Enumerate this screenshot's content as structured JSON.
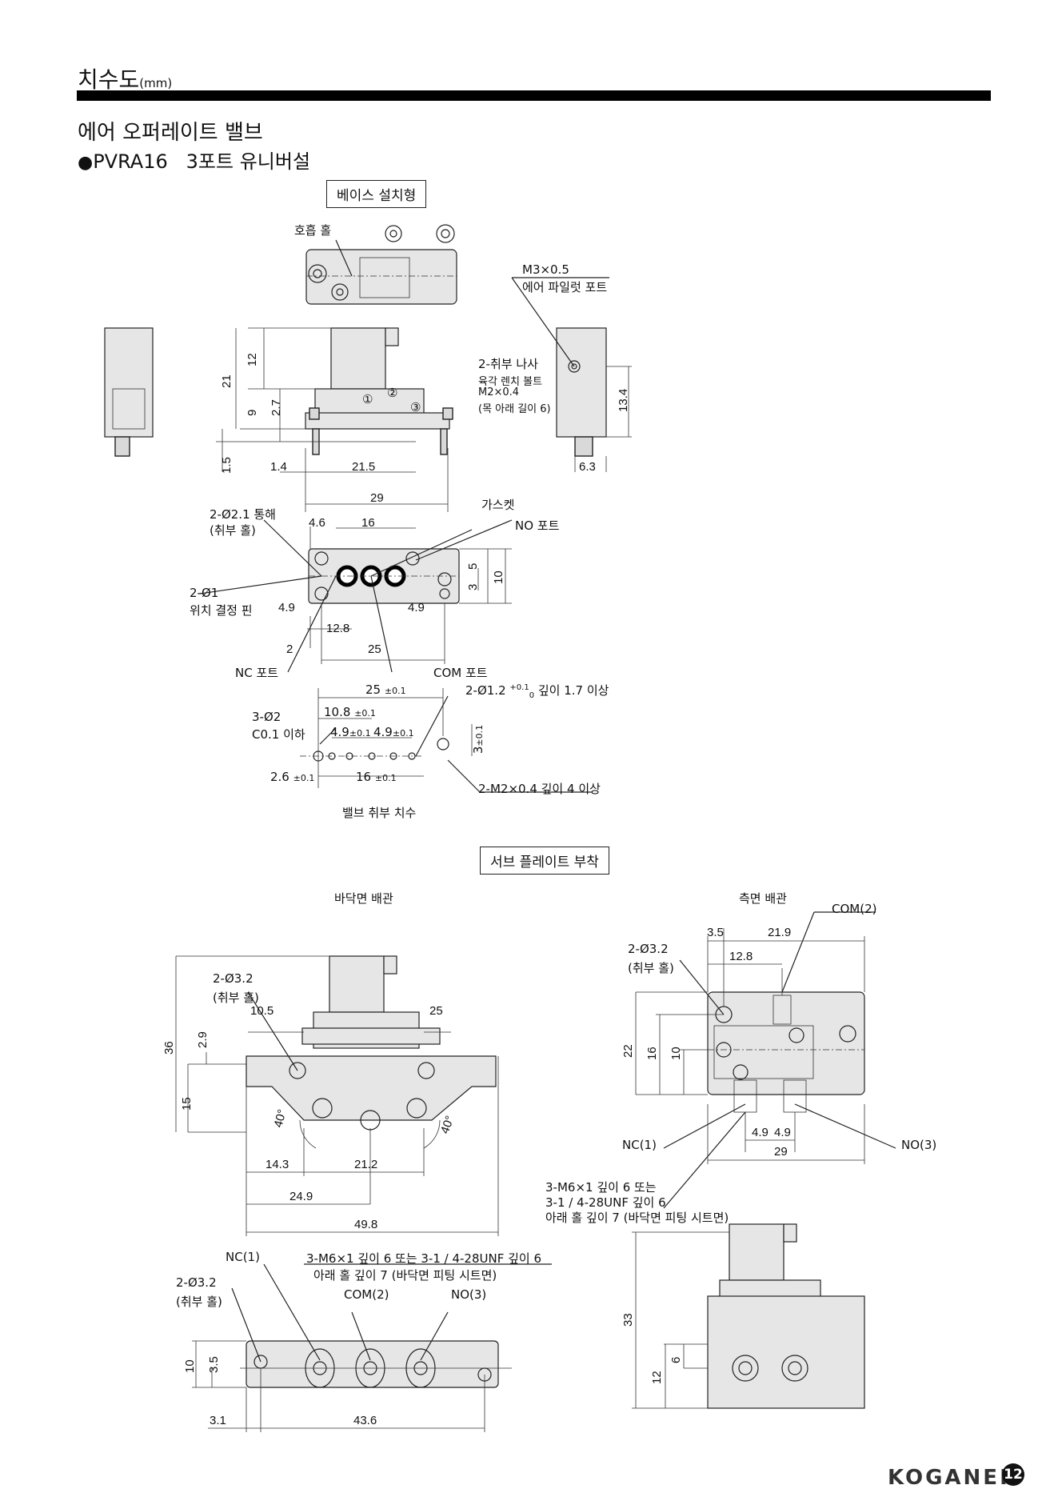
{
  "header": {
    "title": "치수도",
    "unit": "(mm)"
  },
  "section_title": "에어 오퍼레이트 밸브",
  "product": {
    "bullet": "●",
    "model": "PVRA16",
    "desc": "3포트 유니버설"
  },
  "base_mount": {
    "box_label": "베이스 설치형",
    "breathing_hole": "호흡 홀",
    "pilot": {
      "size": "M3×0.5",
      "label": "에어 파일럿 포트"
    },
    "screw": {
      "title": "2-취부 나사",
      "l1": "육각 렌치 볼트",
      "l2": "M2×0.4",
      "l3": "(목 아래 길이 6)"
    },
    "gasket": "가스켓",
    "no_port": "NO 포트",
    "hole_21": {
      "a": "2-Ø2.1 통해",
      "b": "(취부 홀)"
    },
    "pin": {
      "a": "2-Ø1",
      "b": "위치 결정 핀"
    },
    "nc_port": "NC 포트",
    "com_port": "COM 포트",
    "dims": {
      "d12": "12",
      "d21": "21",
      "d9": "9",
      "d27": "2.7",
      "d15": "1.5",
      "d14": "1.4",
      "d215": "21.5",
      "d29": "29",
      "d134": "13.4",
      "d63": "6.3",
      "d46": "4.6",
      "d16": "16",
      "d5": "5",
      "d3": "3",
      "d10": "10",
      "d49a": "4.9",
      "d49b": "4.9",
      "d128": "12.8",
      "d2": "2",
      "d25": "25"
    },
    "circled": [
      "①",
      "②",
      "③"
    ]
  },
  "mount_dims": {
    "d25": "25",
    "tol01": "±0.1",
    "hole12": "2-Ø1.2",
    "hole12_tol": "+0.1",
    "hole12_tol0": "0",
    "hole12_rest": "깊이 1.7 이상",
    "hole3": "3-Ø2",
    "c01": "C0.1 이하",
    "d108": "10.8",
    "d49": "4.9",
    "d3": "3",
    "d26": "2.6",
    "d16": "16",
    "tap": "2-M2×0.4 깊이 4 이상",
    "caption": "밸브 취부 치수"
  },
  "sub_plate": {
    "box_label": "서브 플레이트 부착",
    "bottom_title": "바닥면 배관",
    "side_title": "측면 배관",
    "hole32": {
      "a": "2-Ø3.2",
      "b": "(취부 홀)"
    },
    "bottom_dims": {
      "d36": "36",
      "d29": "2.9",
      "d15": "15",
      "d105": "10.5",
      "d25": "25",
      "a40": "40°",
      "d143": "14.3",
      "d212": "21.2",
      "d249": "24.9",
      "d498": "49.8"
    },
    "thread": {
      "a": "3-M6×1 깊이 6 또는 3-1 / 4-28UNF 깊이 6",
      "b": "아래 홀 깊이 7 (바닥면 피팅 시트면)"
    },
    "nc1": "NC(1)",
    "com2": "COM(2)",
    "no3": "NO(3)",
    "bottom2_dims": {
      "d10": "10",
      "d35": "3.5",
      "d31": "3.1",
      "d436": "43.6"
    },
    "side_dims": {
      "d35": "3.5",
      "d219": "21.9",
      "d128": "12.8",
      "d22": "22",
      "d16": "16",
      "d10": "10",
      "d49a": "4.9",
      "d49b": "4.9",
      "d29": "29",
      "d33": "33",
      "d12": "12",
      "d6": "6"
    },
    "side_thread": {
      "a": "3-M6×1 깊이 6 또는",
      "b": "3-1 / 4-28UNF 깊이 6",
      "c": "아래 홀 깊이 7 (바닥면 피팅 시트면)"
    }
  },
  "footer": {
    "brand": "KOGANEI",
    "page": "12"
  }
}
